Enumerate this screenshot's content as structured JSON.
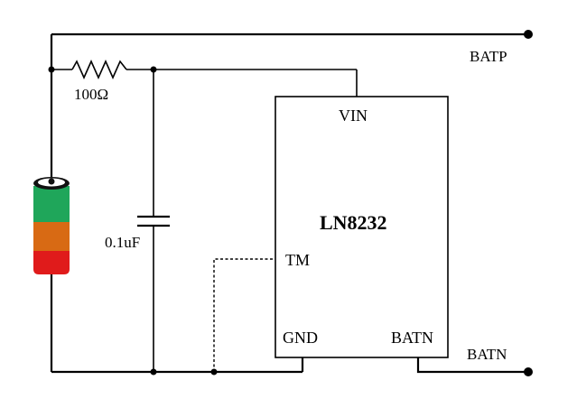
{
  "labels": {
    "batp": "BATP",
    "batn_rail": "BATN",
    "resistor_value": "100Ω",
    "capacitor_value": "0.1uF"
  },
  "chip": {
    "name": "LN8232",
    "pins": {
      "vin": "VIN",
      "tm": "TM",
      "gnd": "GND",
      "batn": "BATN"
    }
  },
  "colors": {
    "battery_top": "#1fa65a",
    "battery_middle": "#d86a14",
    "battery_bottom": "#e01b1b",
    "battery_cap": "#111111"
  }
}
